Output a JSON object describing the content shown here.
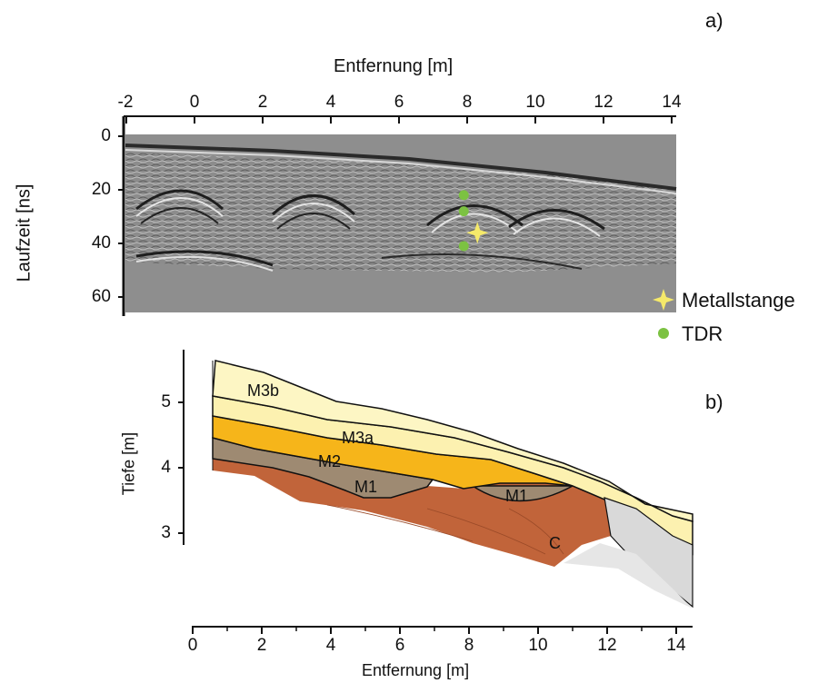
{
  "panel_a": {
    "label": "a)",
    "xlabel": "Entfernung [m]",
    "ylabel": "Laufzeit [ns]",
    "xticks": [
      "-2",
      "0",
      "2",
      "4",
      "6",
      "8",
      "10",
      "12",
      "14"
    ],
    "yticks": [
      "0",
      "20",
      "40",
      "60"
    ],
    "legend": {
      "metal_label": "Metallstange",
      "tdr_label": "TDR",
      "metal_color": "#f5e96a",
      "tdr_color": "#7cc242"
    },
    "tdr_points": [
      {
        "x": 7.9,
        "t": 22
      },
      {
        "x": 7.9,
        "t": 28
      },
      {
        "x": 7.9,
        "t": 41
      }
    ],
    "metal_point": {
      "x": 8.3,
      "t": 36
    }
  },
  "panel_b": {
    "label": "b)",
    "xlabel": "Entfernung [m]",
    "ylabel": "Tiefe [m]",
    "xticks": [
      "0",
      "2",
      "4",
      "6",
      "8",
      "10",
      "12",
      "14"
    ],
    "yticks": [
      "5",
      "4",
      "3"
    ],
    "layers": [
      {
        "name": "M3b",
        "color": "#fdf6c4"
      },
      {
        "name": "M3a",
        "color": "#fcf1b0"
      },
      {
        "name": "M2",
        "color": "#f6b51a"
      },
      {
        "name": "M1",
        "color": "#9e8a72"
      },
      {
        "name": "M1",
        "color": "#9e8a72"
      },
      {
        "name": "C",
        "color": "#c1643a"
      }
    ]
  }
}
